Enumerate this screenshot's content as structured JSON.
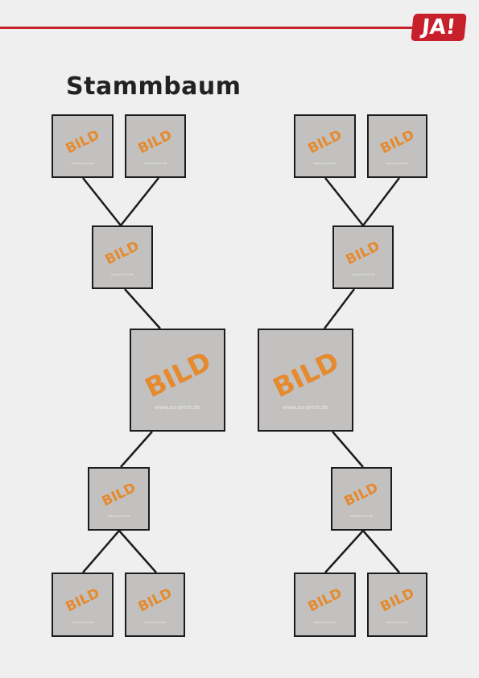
{
  "header": {
    "logo_text": "JA!",
    "title": "Stammbaum"
  },
  "placeholder": {
    "word": "BILD",
    "url": "www.az-print.de"
  },
  "colors": {
    "accent": "#c8202a",
    "placeholder_bg": "#c2c1c0",
    "placeholder_word": "#e58a2e",
    "line": "#1c1c1c",
    "page_bg": "#efefef"
  }
}
